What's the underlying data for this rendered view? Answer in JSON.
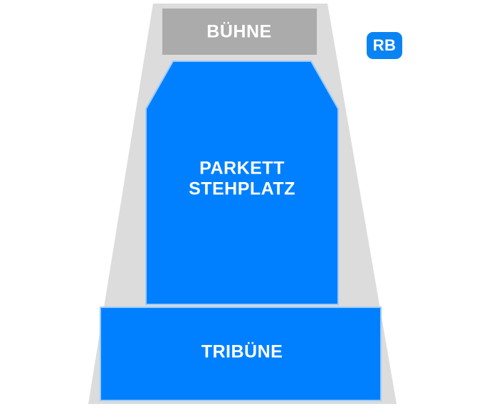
{
  "map": {
    "name": "venue-seating-map",
    "stage": {
      "label": "BÜHNE",
      "color": "#ababab"
    },
    "outer": {
      "color": "#dcdcdc"
    },
    "sections": [
      {
        "id": "parkett-stehplatz",
        "label_line1": "PARKETT",
        "label_line2": "STEHPLATZ",
        "color": "#0080ff",
        "stroke": "#9ecbf5"
      },
      {
        "id": "tribuene",
        "label": "TRIBÜNE",
        "color": "#0080ff",
        "stroke": "#9ecbf5"
      }
    ],
    "badge": {
      "label": "RB",
      "color": "#0b84f3",
      "text_color": "#ffffff"
    }
  }
}
